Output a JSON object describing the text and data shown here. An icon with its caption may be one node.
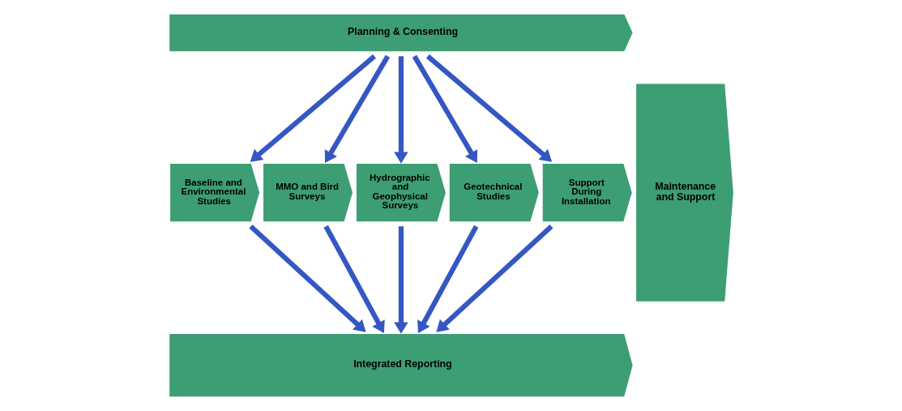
{
  "diagram": {
    "nodes": [
      {
        "text": [
          "Planning & Consenting"
        ]
      },
      {
        "text": [
          "Baseline and Environmental Studies"
        ]
      },
      {
        "text": [
          "MMO and Bird Surveys"
        ]
      },
      {
        "text": [
          "Hydrographic and Geophysical Surveys"
        ]
      },
      {
        "text": [
          "Geotechnical Studies"
        ]
      },
      {
        "text": [
          "Support During Installation"
        ]
      },
      {
        "text": [
          "Integrated Reporting"
        ]
      },
      {
        "text": [
          "Maintenance and Support"
        ]
      }
    ],
    "edges": [
      {
        "from": 0,
        "to": 1,
        "arrow": "to"
      },
      {
        "from": 0,
        "to": 2,
        "arrow": "to"
      },
      {
        "from": 0,
        "to": 3,
        "arrow": "to"
      },
      {
        "from": 0,
        "to": 4,
        "arrow": "to"
      },
      {
        "from": 0,
        "to": 5,
        "arrow": "to"
      },
      {
        "from": 1,
        "to": 6,
        "arrow": "to"
      },
      {
        "from": 2,
        "to": 6,
        "arrow": "to"
      },
      {
        "from": 3,
        "to": 6,
        "arrow": "to"
      },
      {
        "from": 4,
        "to": 6,
        "arrow": "to"
      },
      {
        "from": 5,
        "to": 6,
        "arrow": "to"
      }
    ]
  }
}
